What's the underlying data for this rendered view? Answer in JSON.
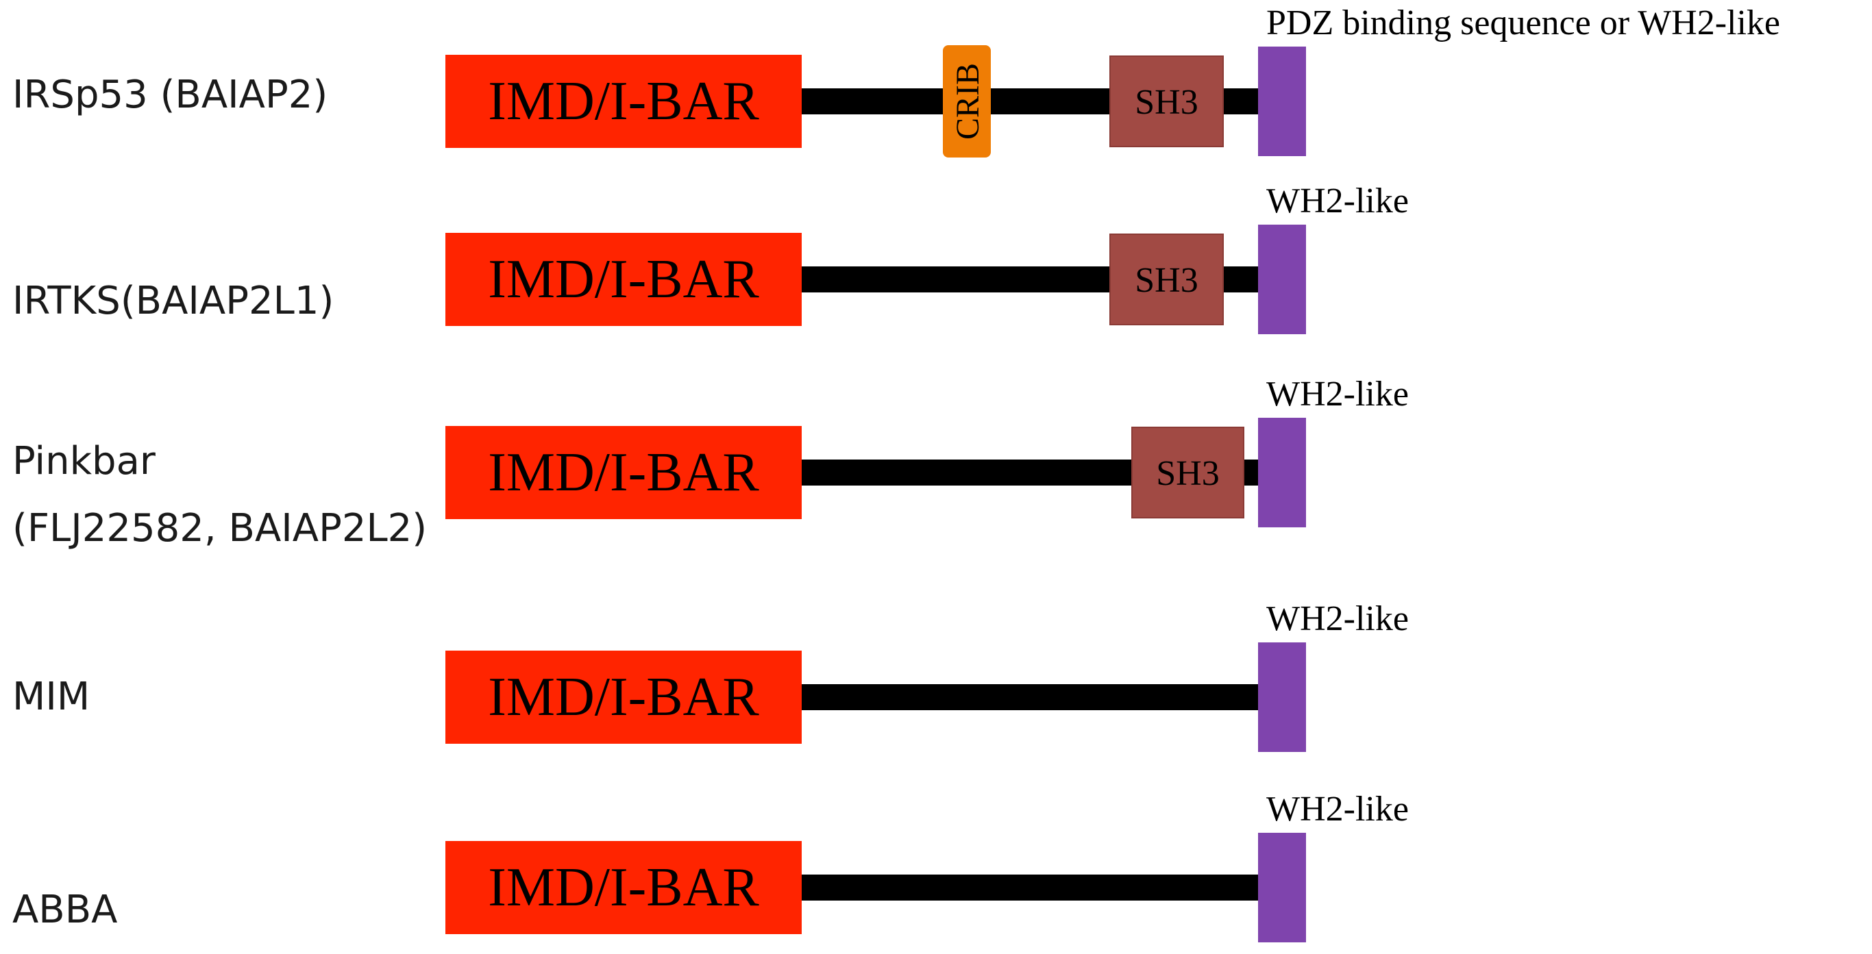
{
  "colors": {
    "imd_fill": "#ff2400",
    "linker": "#000000",
    "sh3_fill": "#a14a44",
    "crib_fill": "#ef7d05",
    "wh2_fill": "#7f44ad"
  },
  "proteins": [
    {
      "name_lines": [
        "IRSp53 (BAIAP2)"
      ],
      "bar_label": "IMD/I-BAR",
      "has_crib": true,
      "crib_label": "CRIB",
      "has_sh3": true,
      "sh3_label": "SH3",
      "wh2_label": "PDZ binding sequence or WH2-like"
    },
    {
      "name_lines": [
        "IRTKS(BAIAP2L1)"
      ],
      "bar_label": "IMD/I-BAR",
      "has_crib": false,
      "has_sh3": true,
      "sh3_label": "SH3",
      "wh2_label": "WH2-like"
    },
    {
      "name_lines": [
        "Pinkbar",
        "(FLJ22582, BAIAP2L2)"
      ],
      "bar_label": "IMD/I-BAR",
      "has_crib": false,
      "has_sh3": true,
      "sh3_label": "SH3",
      "wh2_label": "WH2-like"
    },
    {
      "name_lines": [
        "MIM"
      ],
      "bar_label": "IMD/I-BAR",
      "has_crib": false,
      "has_sh3": false,
      "wh2_label": "WH2-like"
    },
    {
      "name_lines": [
        "ABBA"
      ],
      "bar_label": "IMD/I-BAR",
      "has_crib": false,
      "has_sh3": false,
      "wh2_label": "WH2-like"
    }
  ]
}
